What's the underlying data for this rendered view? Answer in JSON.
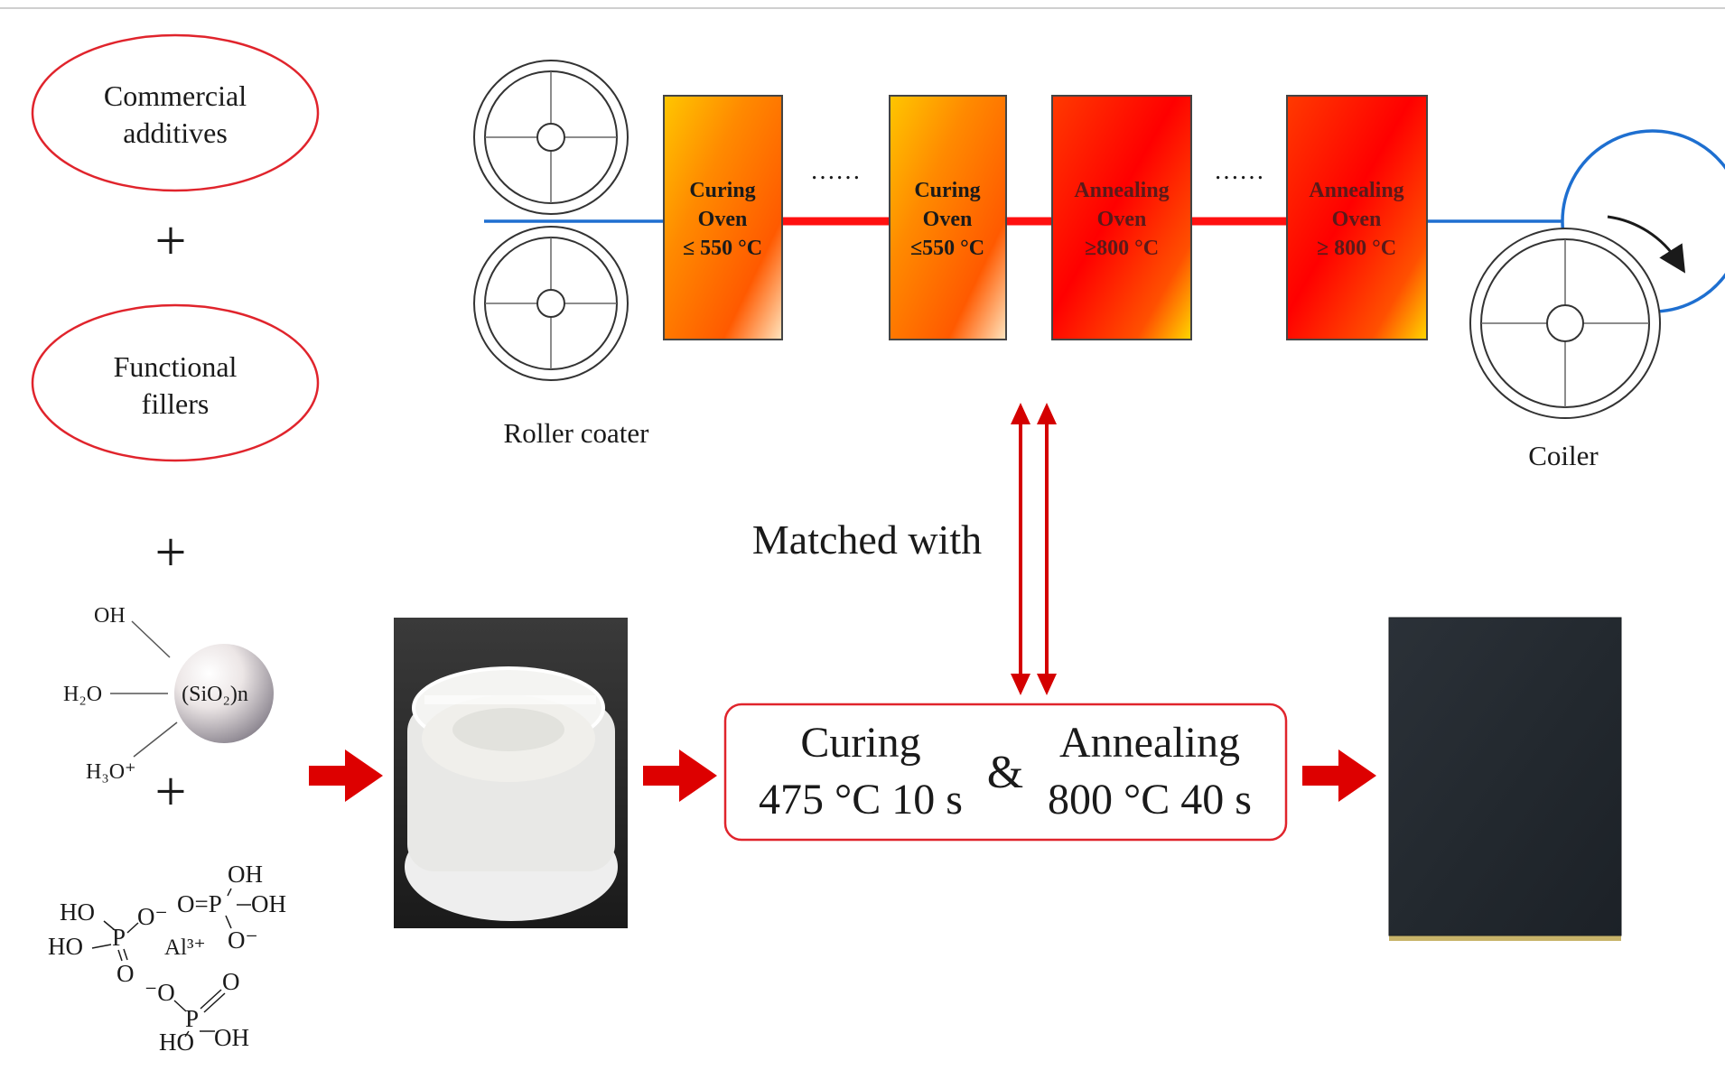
{
  "ingredients": {
    "additives_label": "Commercial additives",
    "additives_line1": "Commercial",
    "additives_line2": "additives",
    "fillers_label": "Functional fillers",
    "fillers_line1": "Functional",
    "fillers_line2": "fillers",
    "plus": "+"
  },
  "silica": {
    "oh": "OH",
    "h2o": "H₂O",
    "h3o": "H₃O⁺",
    "core": "(SiO₂)n"
  },
  "phosphate": {
    "ho1": "HO",
    "ho2": "HO",
    "p1": "P",
    "o_minus1": "O⁻",
    "o_double1": "O",
    "al": "Al³⁺",
    "oh_top": "OH",
    "o_eq": "O=P",
    "oh_right": "OH",
    "o_minus2": "O⁻",
    "o_minus3": "⁻O",
    "p3": "P",
    "o_double3": "O",
    "ho3": "HO",
    "oh3": "OH"
  },
  "line": {
    "roller_coater": "Roller coater",
    "coiler": "Coiler",
    "dots": "……",
    "ovens": [
      {
        "name": "Curing",
        "type": "Oven",
        "temp": "≤ 550 °C"
      },
      {
        "name": "Curing",
        "type": "Oven",
        "temp": "≤550 °C"
      },
      {
        "name": "Annealing",
        "type": "Oven",
        "temp": "≥800 °C"
      },
      {
        "name": "Annealing",
        "type": "Oven",
        "temp": "≥ 800 °C"
      }
    ]
  },
  "matched_with": "Matched with",
  "process": {
    "curing_title": "Curing",
    "curing_params": "475 °C  10 s",
    "ampersand": "&",
    "annealing_title": "Annealing",
    "annealing_params": "800 °C  40 s"
  },
  "colors": {
    "accent_red": "#e00000",
    "strip_blue": "#1e6fd0",
    "ellipse_red": "#e0242c",
    "curing_gradient": [
      "#ffc400",
      "#ff7a00",
      "#ff4a00",
      "#ffe0b0"
    ],
    "annealing_gradient": [
      "#ff2a00",
      "#ff0000",
      "#ff4a00",
      "#ffd400"
    ]
  }
}
